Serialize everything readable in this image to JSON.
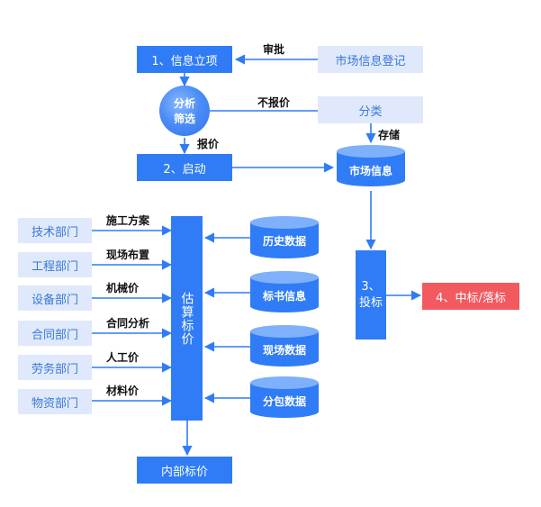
{
  "nodes": {
    "project": "1、信息立项",
    "register": "市场信息登记",
    "analysis_line1": "分析",
    "analysis_line2": "筛选",
    "classify": "分类",
    "start": "2、启动",
    "market_info": "市场信息",
    "estimate": "估算标价",
    "bid": "3、投标",
    "result": "4、中标/落标",
    "internal_price": "内部标价"
  },
  "edge_labels": {
    "approve": "审批",
    "no_quote": "不报价",
    "quote": "报价",
    "store": "存储"
  },
  "departments": [
    {
      "name": "技术部门",
      "flow": "施工方案"
    },
    {
      "name": "工程部门",
      "flow": "现场布置"
    },
    {
      "name": "设备部门",
      "flow": "机械价"
    },
    {
      "name": "合同部门",
      "flow": "合同分析"
    },
    {
      "name": "劳务部门",
      "flow": "人工价"
    },
    {
      "name": "物资部门",
      "flow": "材料价"
    }
  ],
  "databases": [
    "历史数据",
    "标书信息",
    "现场数据",
    "分包数据"
  ],
  "colors": {
    "primary": "#2f7cf6",
    "light": "#dfe9fb",
    "accent": "#f25a5f",
    "line": "#2f7cf6"
  }
}
